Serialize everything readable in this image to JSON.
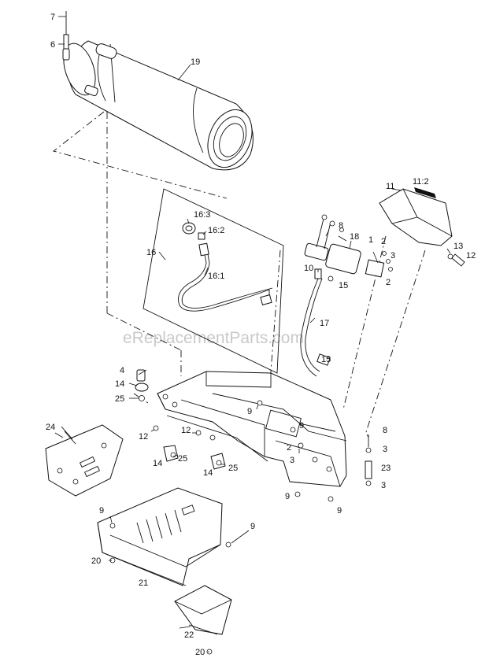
{
  "watermark": "eReplacementParts.com",
  "callouts": {
    "c7": "7",
    "c6": "6",
    "c19": "19",
    "c16_3": "16:3",
    "c16_2": "16:2",
    "c16": "16",
    "c16_1": "16:1",
    "c11_2": "11:2",
    "c11": "11",
    "c13": "13",
    "c12_right": "12",
    "c8_top": "8",
    "c18": "18",
    "c1": "1",
    "c2_a": "2",
    "c3_a": "3",
    "c2_b": "2",
    "c10": "10",
    "c15_a": "15",
    "c17": "17",
    "c15_b": "15",
    "c4": "4",
    "c14_a": "14",
    "c25_a": "25",
    "c24": "24",
    "c9_a": "9",
    "c9_b": "9",
    "c12_a": "12",
    "c12_b": "12",
    "c14_b": "14",
    "c25_b": "25",
    "c14_c": "14",
    "c25_c": "25",
    "c2_c": "2",
    "c3_b": "3",
    "c8_right": "8",
    "c3_c": "3",
    "c23": "23",
    "c3_d": "3",
    "c9_c": "9",
    "c9_d": "9",
    "c9_e": "9",
    "c9_f": "9",
    "c20_a": "20",
    "c21": "21",
    "c22": "22",
    "c20_b": "20"
  }
}
